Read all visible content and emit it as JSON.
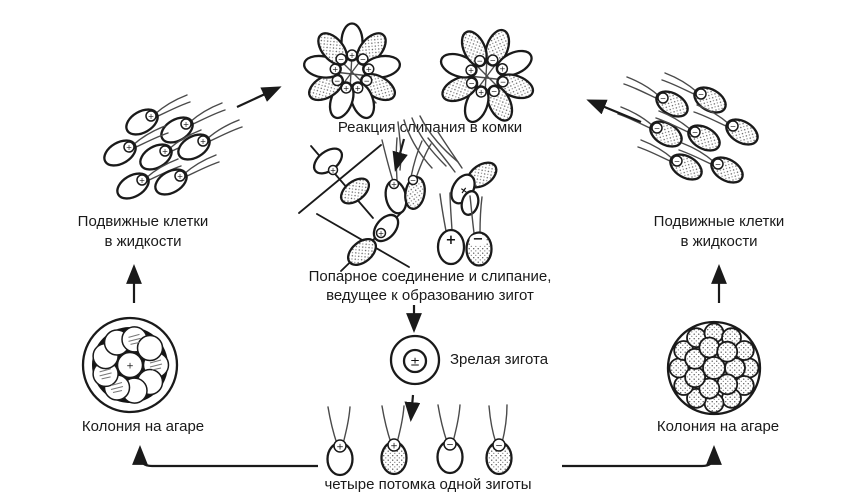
{
  "diagram": {
    "labels": {
      "clumping": "Реакция слипания в комки",
      "motile_line1": "Подвижные клетки",
      "motile_line2": "в жидкости",
      "pairing_line1": "Попарное соединение и слипание,",
      "pairing_line2": "ведущее к образованию зигот",
      "zygote": "Зрелая зигота",
      "colony": "Колония на агаре",
      "progeny": "четыре потомка одной зиготы"
    },
    "symbols": {
      "plus": "+",
      "minus": "−",
      "plus_minus": "±"
    },
    "colors": {
      "ink": "#1a1a1a",
      "background": "#ffffff"
    }
  }
}
